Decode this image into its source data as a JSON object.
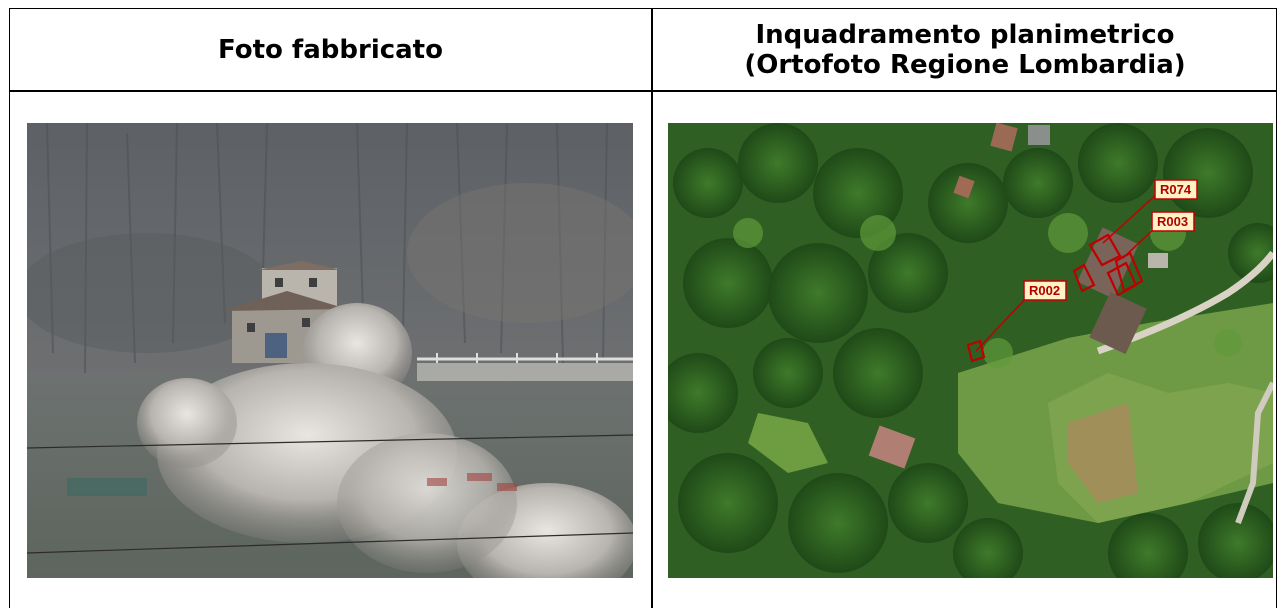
{
  "table": {
    "left_header": "Foto fabbricato",
    "right_header_line1": "Inquadramento planimetrico",
    "right_header_line2": "(Ortofoto Regione Lombardia)"
  },
  "map_labels": [
    "R074",
    "R003",
    "R002"
  ],
  "colors": {
    "label_outline": "#c00000",
    "label_fill": "#fff2c6",
    "grid": "#000000"
  }
}
